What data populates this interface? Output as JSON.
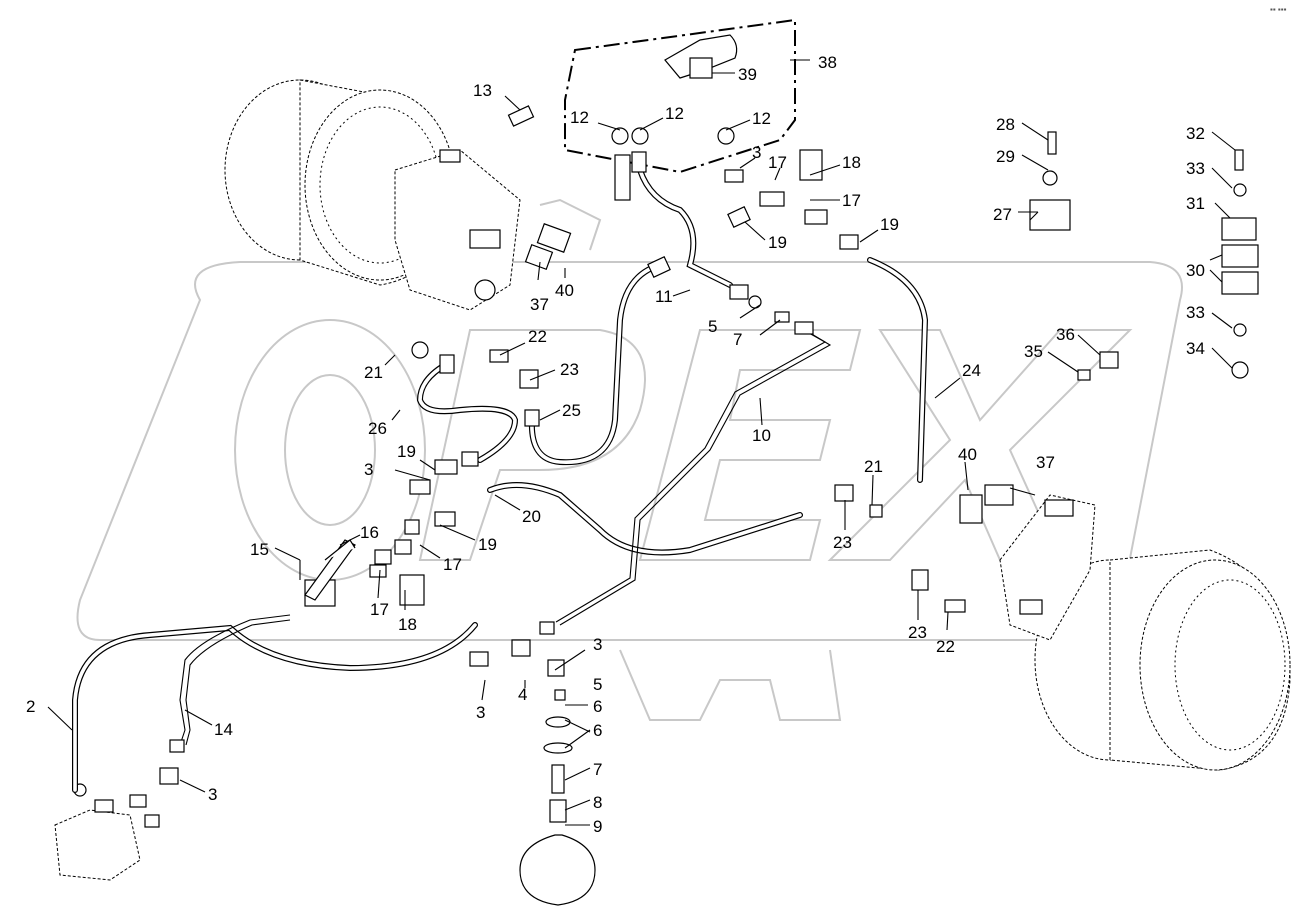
{
  "watermark": {
    "brand_letters": "OPEX",
    "corner_mark": "▪▪ ▪▪▪"
  },
  "callouts": {
    "c2": "2",
    "c3a": "3",
    "c3b": "3",
    "c3c": "3",
    "c3d": "3",
    "c3e": "3",
    "c4": "4",
    "c5a": "5",
    "c5b": "5",
    "c6a": "6",
    "c6b": "6",
    "c7a": "7",
    "c7b": "7",
    "c8": "8",
    "c9": "9",
    "c10": "10",
    "c11": "11",
    "c12a": "12",
    "c12b": "12",
    "c12c": "12",
    "c13": "13",
    "c14": "14",
    "c15": "15",
    "c16": "16",
    "c17a": "17",
    "c17b": "17",
    "c17c": "17",
    "c17d": "17",
    "c18a": "18",
    "c18b": "18",
    "c19a": "19",
    "c19b": "19",
    "c19c": "19",
    "c19d": "19",
    "c20": "20",
    "c21a": "21",
    "c21b": "21",
    "c22a": "22",
    "c22b": "22",
    "c23a": "23",
    "c23b": "23",
    "c23c": "23",
    "c24": "24",
    "c25": "25",
    "c26": "26",
    "c27": "27",
    "c28": "28",
    "c29": "29",
    "c30": "30",
    "c31": "31",
    "c32": "32",
    "c33a": "33",
    "c33b": "33",
    "c34": "34",
    "c35": "35",
    "c36": "36",
    "c37a": "37",
    "c37b": "37",
    "c38": "38",
    "c39": "39",
    "c40a": "40",
    "c40b": "40"
  }
}
